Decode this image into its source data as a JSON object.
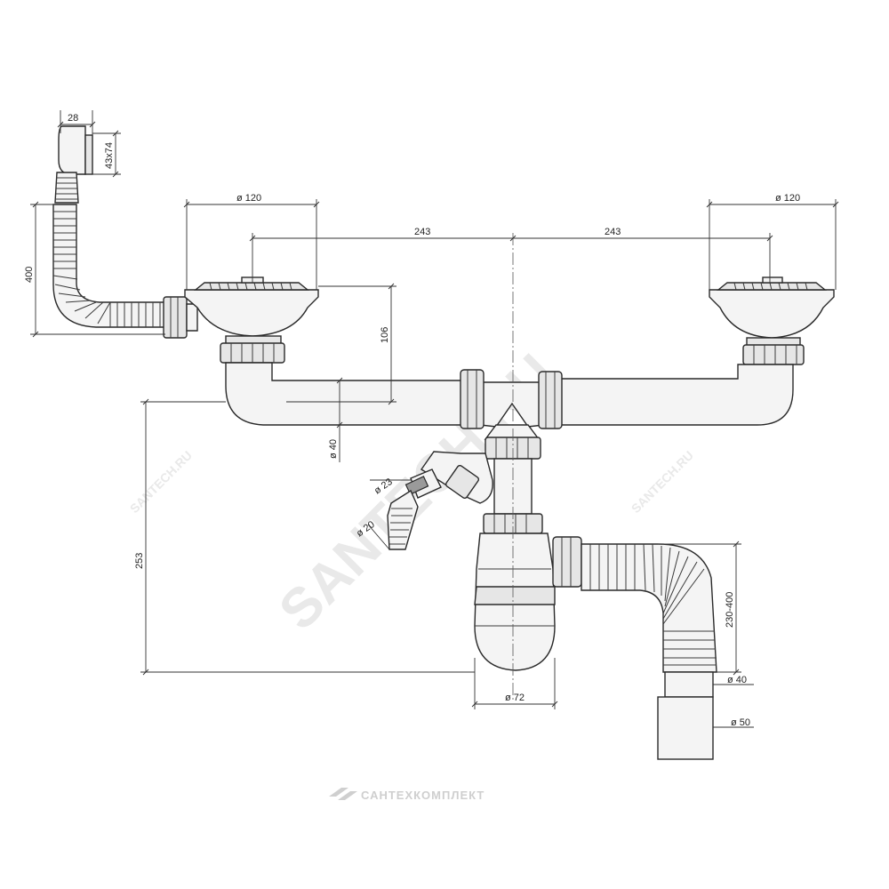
{
  "watermark": {
    "main": "SANTECH.RU",
    "small_left": "SANTECH.RU",
    "small_right": "SANTECH.RU",
    "color": "#e9e9e9"
  },
  "brand": {
    "name": "САНТЕХКОМПЛЕКТ",
    "color": "#cfcfcf"
  },
  "dimensions": {
    "overflow_width": "28",
    "overflow_size": "43x74",
    "overflow_hose": "400",
    "left_strainer": "ø 120",
    "right_strainer": "ø 120",
    "spacing_left": "243",
    "spacing_right": "243",
    "depth": "106",
    "pipe": "ø 40",
    "height": "253",
    "appliance_outer": "ø 23",
    "appliance_inner": "ø 20",
    "trap": "ø 72",
    "flex_hose": "230-400",
    "outlet_inner": "ø 40",
    "outlet_outer": "ø 50"
  },
  "colors": {
    "line": "#2a2a2a",
    "fill": "#f4f4f4"
  }
}
